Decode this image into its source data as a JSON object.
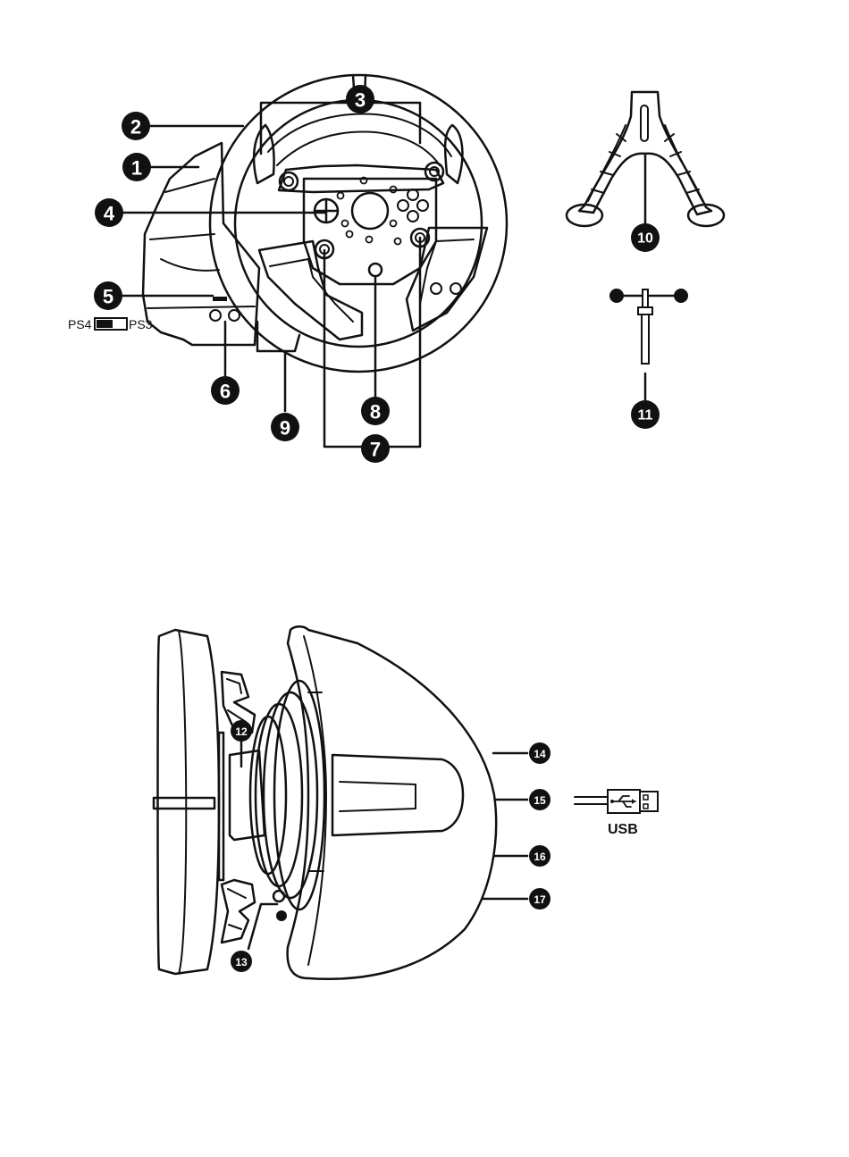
{
  "labels": {
    "l1": "1",
    "l2": "2",
    "l3": "3",
    "l4": "4",
    "l5": "5",
    "l6": "6",
    "l7": "7",
    "l8": "8",
    "l9": "9",
    "l10": "10",
    "l11": "11",
    "l12": "12",
    "l13": "13",
    "l14": "14",
    "l15": "15",
    "l16": "16",
    "l17": "17"
  },
  "switch": {
    "left": "PS4",
    "right": "PS3"
  },
  "usb": {
    "label": "USB"
  },
  "colors": {
    "ink": "#111111",
    "paper": "#ffffff"
  }
}
